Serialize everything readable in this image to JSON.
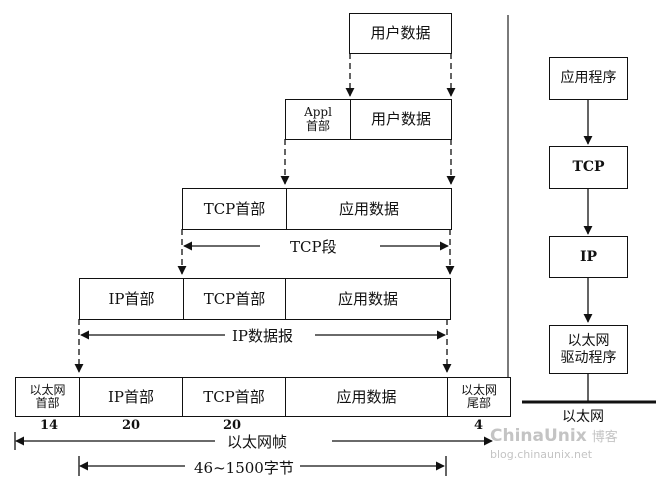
{
  "layers": {
    "user_data": "用户数据",
    "appl_header": "Appl\n首部",
    "app_user_data": "用户数据",
    "tcp_header": "TCP首部",
    "app_data": "应用数据",
    "tcp_segment": "TCP段",
    "ip_header": "IP首部",
    "ip_tcp_header": "TCP首部",
    "ip_app_data": "应用数据",
    "ip_datagram": "IP数据报",
    "eth_header": "以太网\n首部",
    "eth_ip_header": "IP首部",
    "eth_tcp_header": "TCP首部",
    "eth_app_data": "应用数据",
    "eth_trailer": "以太网\n尾部",
    "eth_frame": "以太网帧",
    "payload_range": "46~1500字节"
  },
  "sizes": {
    "eth_header": "14",
    "ip_header": "20",
    "tcp_header": "20",
    "trailer": "4"
  },
  "stack": {
    "app": "应用程序",
    "tcp": "TCP",
    "ip": "IP",
    "driver": "以太网\n驱动程序",
    "ethernet": "以太网"
  },
  "watermark": {
    "brand": "ChinaUnix",
    "suffix": "博客",
    "url": "blog.chinaunix.net"
  }
}
